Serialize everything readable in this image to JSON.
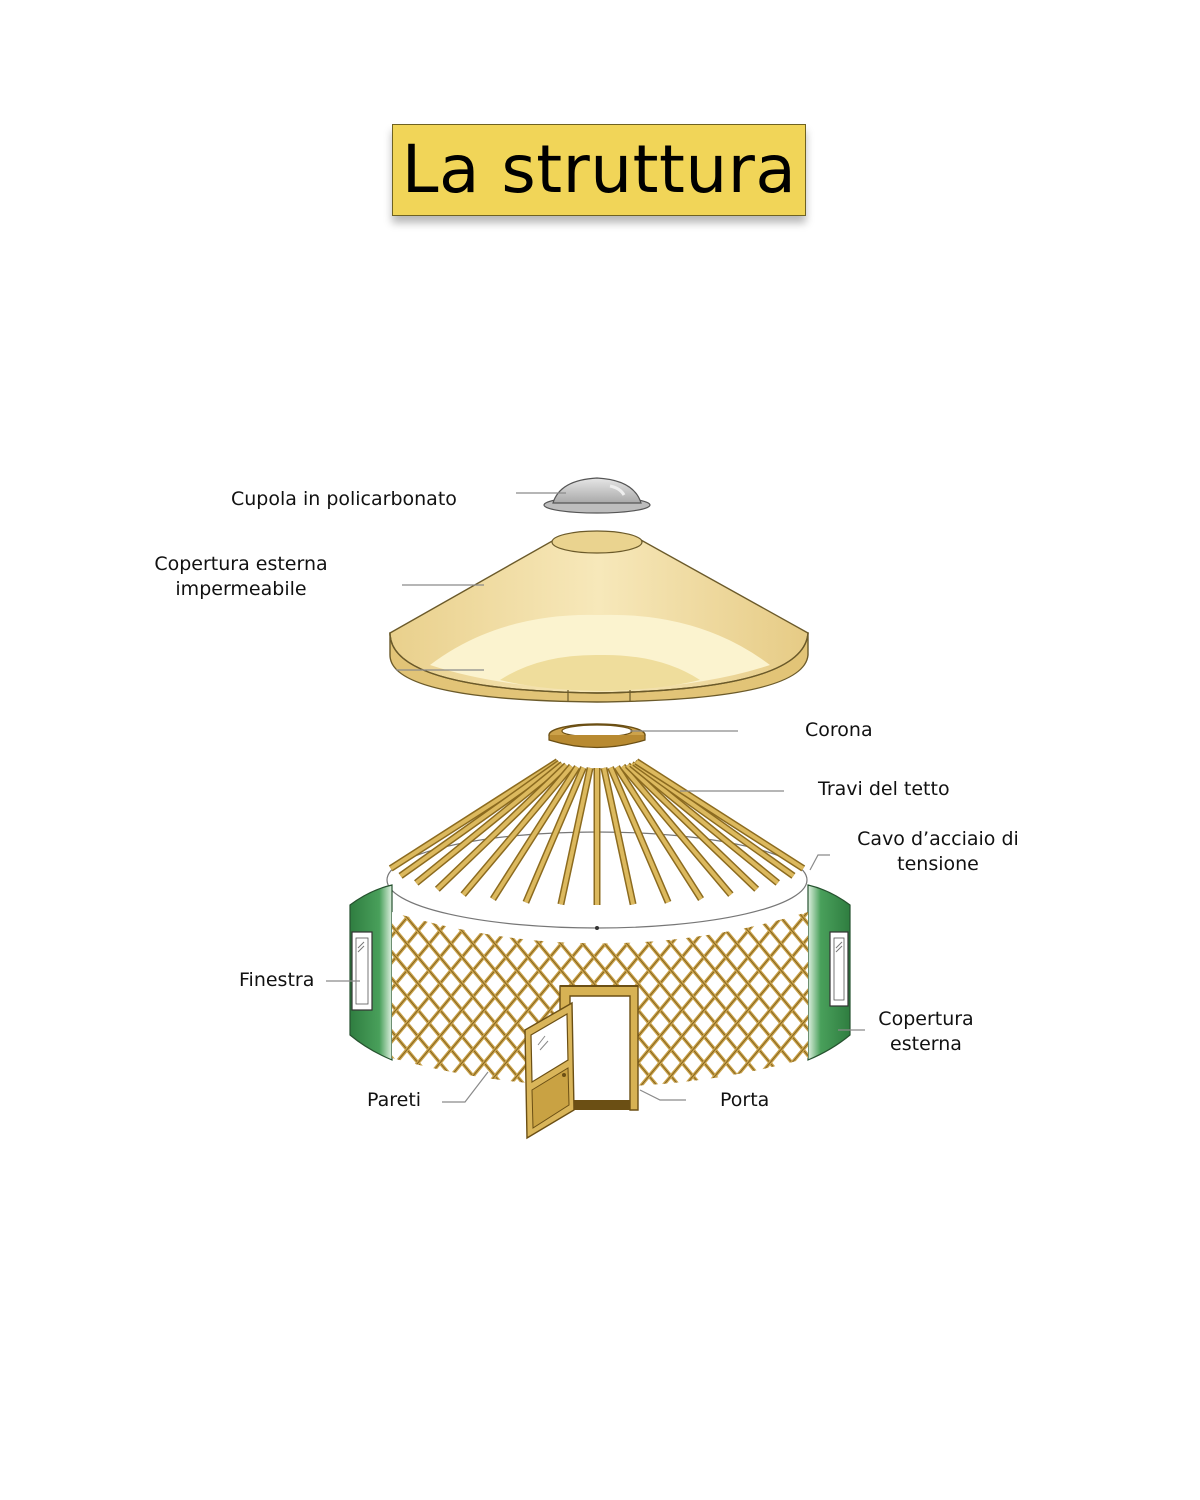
{
  "title": "La struttura",
  "labels": {
    "dome": "Cupola in policarbonato",
    "roof_cover_line1": "Copertura esterna",
    "roof_cover_line2": "impermeabile",
    "crown": "Corona",
    "rafters": "Travi del tetto",
    "cable_line1": "Cavo d’acciaio di",
    "cable_line2": "tensione",
    "window": "Finestra",
    "wall_cover_line1": "Copertura",
    "wall_cover_line2": "esterna",
    "walls": "Pareti",
    "door": "Porta"
  },
  "colors": {
    "title_bg": "#f1d558",
    "canvas": "#f0de9c",
    "canvas_inner": "#faf3cc",
    "wood": "#d7b254",
    "wood_dark": "#8c6b1f",
    "green": "#3d8d4e",
    "dome": "#c9c9c9"
  }
}
